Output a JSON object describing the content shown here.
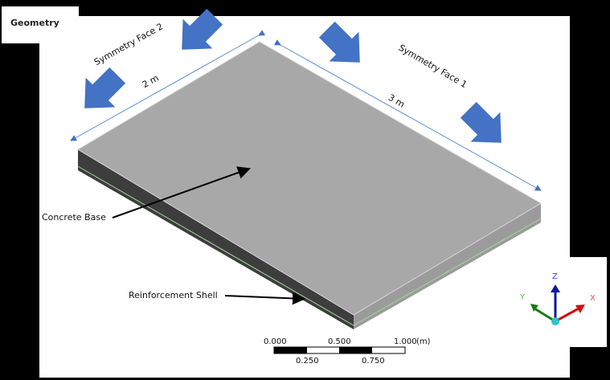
{
  "header": {
    "title": "Geometry"
  },
  "annotations": {
    "symmetry_face_1": "Symmetry Face 1",
    "symmetry_face_2": "Symmetry Face 2",
    "dim_2m": "2 m",
    "dim_3m": "3 m",
    "concrete_base": "Concrete Base",
    "reinforcement_shell": "Reinforcement Shell"
  },
  "scale_bar": {
    "top_labels": [
      "0.000",
      "0.500",
      "1.000"
    ],
    "bottom_labels": [
      "0.250",
      "0.750"
    ],
    "unit": "(m)"
  },
  "triad": {
    "x": "X",
    "y": "Y",
    "z": "Z"
  },
  "colors": {
    "slab_top": "#a8a8a8",
    "slab_side_left": "#3d3d3d",
    "slab_side_right": "#9b9b9b",
    "shell_line": "#a6d4a0",
    "load_arrow": "#4472c4",
    "dimension_line": "#5b8fd6",
    "axis_x": "#cc1111",
    "axis_y": "#1a7a1a",
    "axis_z": "#0a1a9a",
    "origin": "#2bc6c6"
  }
}
